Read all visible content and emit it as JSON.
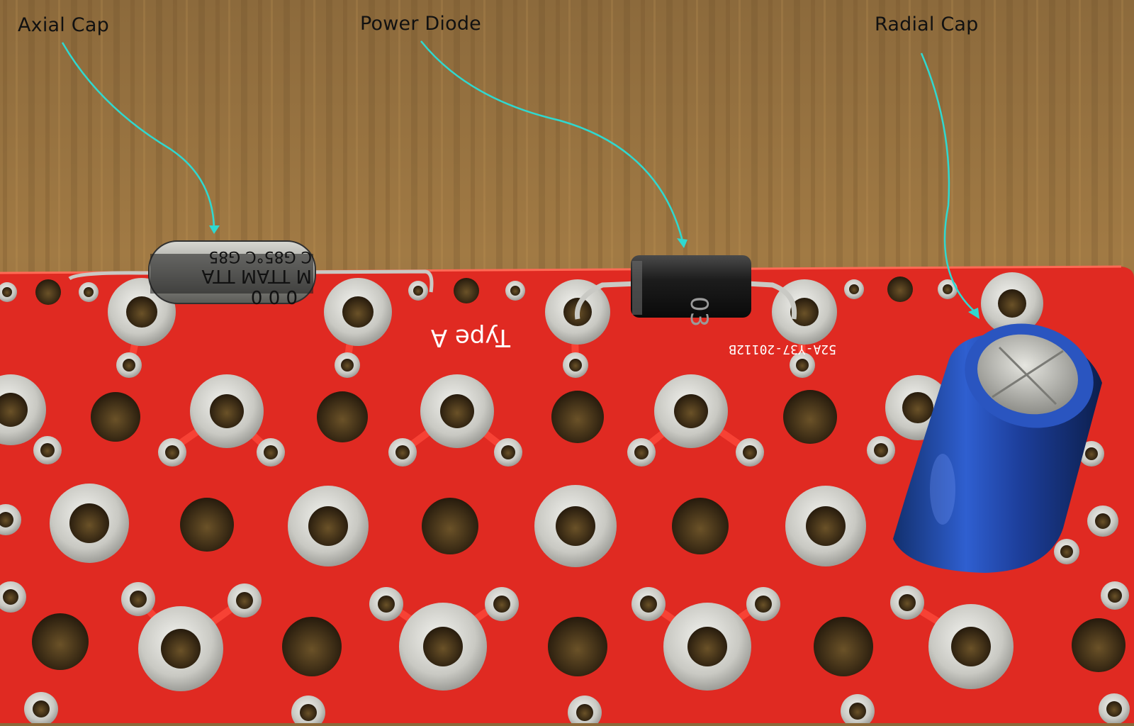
{
  "labels": {
    "axial_cap": "Axial Cap",
    "power_diode": "Power Diode",
    "radial_cap": "Radial Cap"
  },
  "board": {
    "silkscreen": "Type A",
    "part_code": "52A-Y37-20112B"
  },
  "axial_cap_markings": {
    "line1": "C G85°C G85",
    "line2": "M TTAM TTA",
    "line3": "0 0 0"
  },
  "diode_marking": "03",
  "colors": {
    "board": "#e02a22",
    "callout_arrow": "#2fd8d0",
    "table": "#9a7440",
    "radial_cap": "#1d3f9c"
  }
}
